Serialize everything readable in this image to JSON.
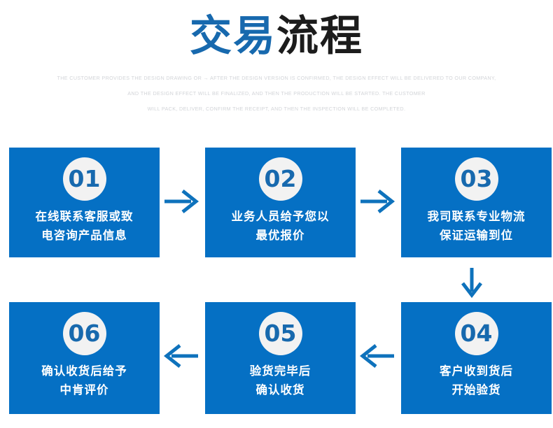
{
  "header": {
    "title_blue": "交易",
    "title_dark": "流程",
    "subtitle_lines": [
      "THE CUSTOMER PROVIDES THE DESIGN DRAWING OR → AFTER THE DESIGN VERSION IS CONFIRMED, THE DESIGN EFFECT WILL BE DELIVERED TO OUR COMPANY,",
      "AND THE DESIGN EFFECT WILL BE FINALIZED, AND THEN THE PRODUCTION WILL BE STARTED. THE CUSTOMER",
      "WILL PACK, DELIVER, CONFIRM THE RECEIPT, AND THEN THE INSPECTION WILL BE COMPLETED."
    ]
  },
  "steps": [
    {
      "number": "01",
      "line1": "在线联系客服或致",
      "line2": "电咨询产品信息"
    },
    {
      "number": "02",
      "line1": "业务人员给予您以",
      "line2": "最优报价"
    },
    {
      "number": "03",
      "line1": "我司联系专业物流",
      "line2": "保证运输到位"
    },
    {
      "number": "04",
      "line1": "客户收到货后",
      "line2": "开始验货"
    },
    {
      "number": "05",
      "line1": "验货完毕后",
      "line2": "确认收货"
    },
    {
      "number": "06",
      "line1": "确认收货后给予",
      "line2": "中肯评价"
    }
  ],
  "connectors": [
    {
      "name": "arrow-right-icon",
      "direction": "right",
      "from": "01",
      "to": "02"
    },
    {
      "name": "arrow-right-icon",
      "direction": "right",
      "from": "02",
      "to": "03"
    },
    {
      "name": "arrow-down-icon",
      "direction": "down",
      "from": "03",
      "to": "04"
    },
    {
      "name": "arrow-left-icon",
      "direction": "left",
      "from": "04",
      "to": "05"
    },
    {
      "name": "arrow-left-icon",
      "direction": "left",
      "from": "05",
      "to": "06"
    }
  ],
  "colors": {
    "box_blue": "#0570c4",
    "title_blue": "#1769ae",
    "title_dark": "#1c1c1c",
    "badge_bg": "#f2f2f2",
    "subtitle_gray": "#d2d4d8",
    "arrow_blue": "#0e72bc",
    "background": "#ffffff"
  }
}
